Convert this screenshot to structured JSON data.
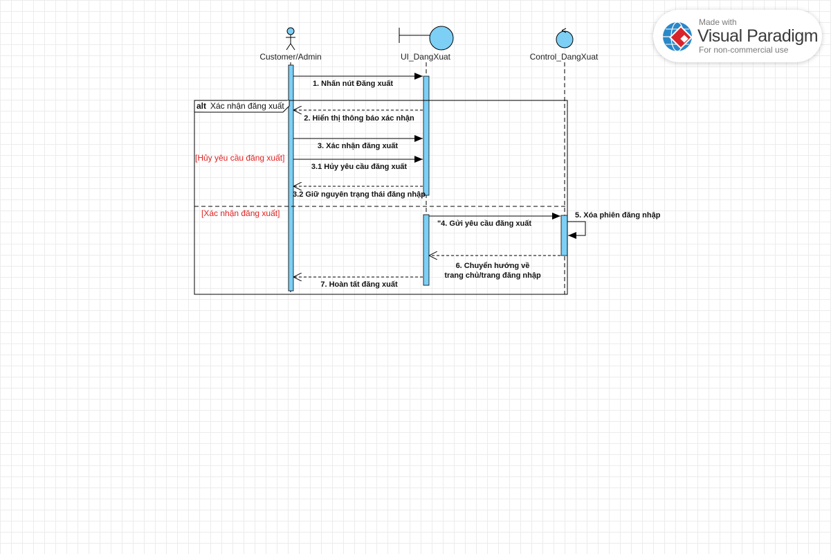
{
  "lifelines": {
    "actor": "Customer/Admin",
    "boundary": "UI_DangXuat",
    "control": "Control_DangXuat"
  },
  "messages": {
    "m1": "1. Nhấn nút Đăng xuất",
    "m2": "2. Hiển thị thông báo xác nhận",
    "m3": "3. Xác nhận đăng xuất",
    "m31": "3.1 Hủy yêu cầu đăng xuất",
    "m32": "3.2 Giữ nguyên trạng thái đăng nhập",
    "m4": "\"4. Gửi yêu cầu đăng xuất",
    "m5": "5. Xóa phiên đăng nhập",
    "m6_line1": "6. Chuyển hướng về",
    "m6_line2": "trang chủ/trang đăng nhập",
    "m7": "7. Hoàn tất đăng xuất"
  },
  "fragment": {
    "operator": "alt",
    "name": "Xác nhận đăng xuất",
    "guard1": "[Hủy yêu cầu đăng xuất]",
    "guard2": "[Xác nhận đăng xuất]"
  },
  "badge": {
    "made_with": "Made with",
    "brand": "Visual Paradigm",
    "note": "For non-commercial use"
  },
  "colors": {
    "lifeline_fill": "#7dcff5",
    "guard_text": "#e02020",
    "logo_blue": "#2a88c8",
    "logo_red": "#d8252a"
  }
}
